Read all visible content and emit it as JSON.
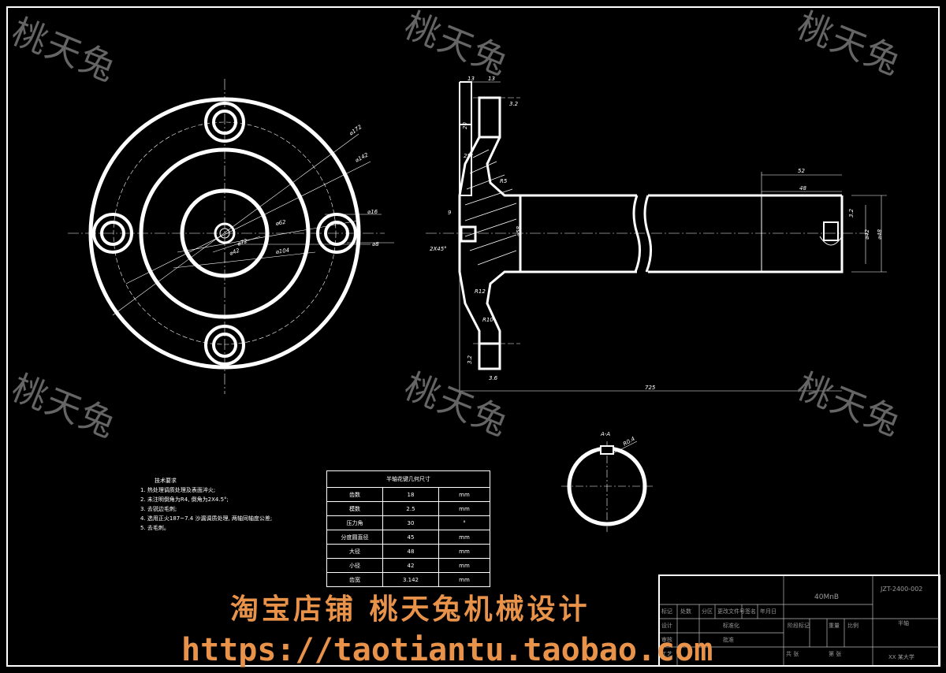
{
  "watermarks": [
    "桃天兔",
    "桃天兔",
    "桃天兔",
    "桃天兔",
    "桃天兔",
    "桃天兔"
  ],
  "dimensions": {
    "d172": "⌀172",
    "d142": "⌀142",
    "d16": "⌀16",
    "d62": "⌀62",
    "d72": "⌀72",
    "d42s": "⌀42",
    "d104": "⌀104",
    "d_small": "⌀8",
    "top13a": "13",
    "top13b": "13",
    "r32": "3.2",
    "ang25": "25°",
    "r5": "R5",
    "nine": "9",
    "chamfer": "2X45°",
    "d58": "⌀58",
    "r12": "R12",
    "r10": "R10",
    "r32b": "3.2",
    "r36": "3.6",
    "len725": "725",
    "len52": "52",
    "len48": "48",
    "r32c": "3.2",
    "d42": "⌀42",
    "d48": "⌀48",
    "h20": "20",
    "section": "A-A",
    "section_r": "R0.4"
  },
  "notes": {
    "title": "技术要求",
    "lines": [
      "1. 热处理调质处理及表面淬火;",
      "2. 未注明倒角为R4, 倒角为2X4.5°;",
      "3. 去锐边毛刺;",
      "4. 选用正火187~7.4 沙漏调质处理, 两轴同轴度公差;",
      "5. 去毛刺。"
    ]
  },
  "spec_table": {
    "title": "半轴花键几何尺寸",
    "rows": [
      [
        "齿数",
        "18",
        "mm"
      ],
      [
        "模数",
        "2.5",
        "mm"
      ],
      [
        "压力角",
        "30",
        "°"
      ],
      [
        "分度圆直径",
        "45",
        "mm"
      ],
      [
        "大径",
        "48",
        "mm"
      ],
      [
        "小径",
        "42",
        "mm"
      ],
      [
        "齿宽",
        "3.142",
        "mm"
      ]
    ]
  },
  "title_block": {
    "material": "40MnB",
    "drawing_no": "JZT-2400-002",
    "part_name": "半轴",
    "school": "XX 某大学",
    "labels": [
      "标记",
      "处数",
      "分区",
      "更改文件号",
      "签名",
      "年月日",
      "设计",
      "标准化",
      "阶段标记",
      "重量",
      "比例",
      "审核",
      "工艺",
      "批准",
      "共 张",
      "第 张"
    ]
  },
  "banner": "淘宝店铺   桃天兔机械设计",
  "url": "https://taotiantu.taobao.com"
}
